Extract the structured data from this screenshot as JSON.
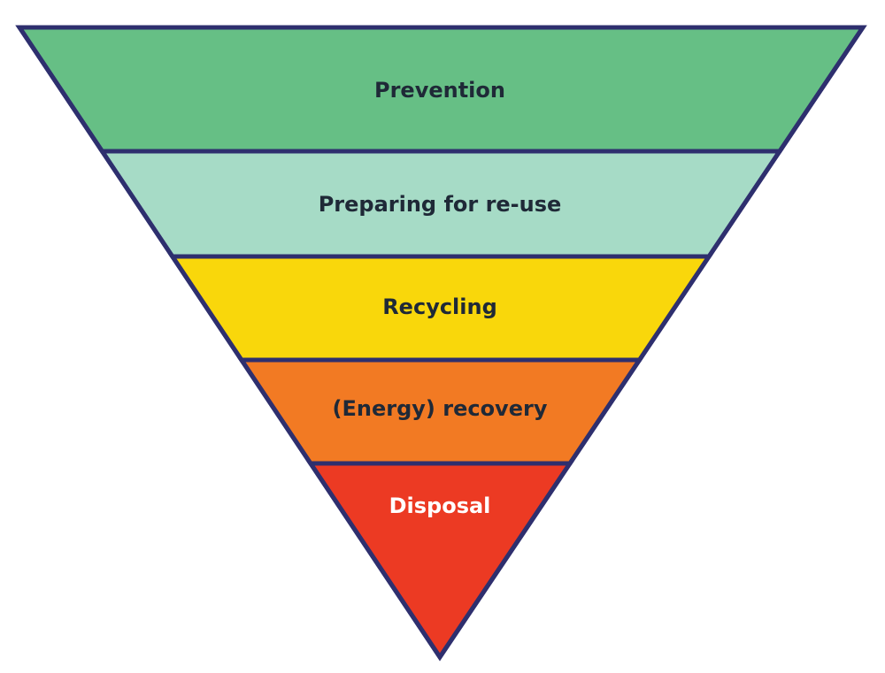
{
  "tiers": [
    {
      "label": "Prevention",
      "fill": "#66bf85",
      "text_color": "#1f2937"
    },
    {
      "label": "Preparing for re-use",
      "fill": "#a6dbc6",
      "text_color": "#1f2937"
    },
    {
      "label": "Recycling",
      "fill": "#f9d70b",
      "text_color": "#1f2937"
    },
    {
      "label": "(Energy) recovery",
      "fill": "#f27a23",
      "text_color": "#1f2937"
    },
    {
      "label": "Disposal",
      "fill": "#ec3a23",
      "text_color": "#ffffff"
    }
  ],
  "outline_color": "#2e2f6e"
}
